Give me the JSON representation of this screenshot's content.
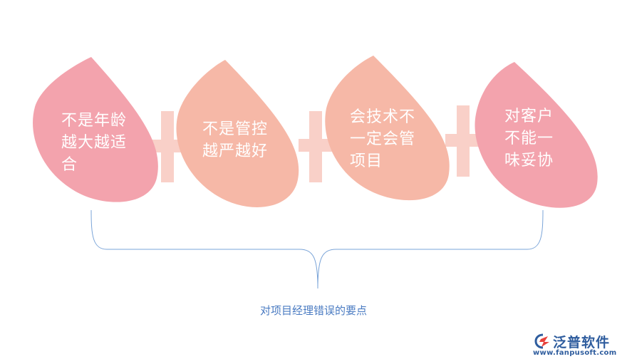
{
  "colors": {
    "drop_1": "#f3a3ad",
    "drop_2": "#f6b8a7",
    "drop_3": "#f6b8a7",
    "drop_4": "#f3a3ad",
    "plus": "#f9d0c8",
    "brace": "#7aa4d8",
    "caption": "#4a7bc2",
    "logo": "#2f5d9e"
  },
  "drops": [
    {
      "text": "不是年龄\n越大越适\n合"
    },
    {
      "text": "不是管控\n越严越好"
    },
    {
      "text": "会技术不\n一定会管\n项目"
    },
    {
      "text": "对客户\n不能一\n味妥协"
    }
  ],
  "caption": "对项目经理错误的要点",
  "logo": {
    "icon": "fanpu-logo-icon",
    "name": "泛普软件",
    "url": "www.fanpusoft.com"
  }
}
